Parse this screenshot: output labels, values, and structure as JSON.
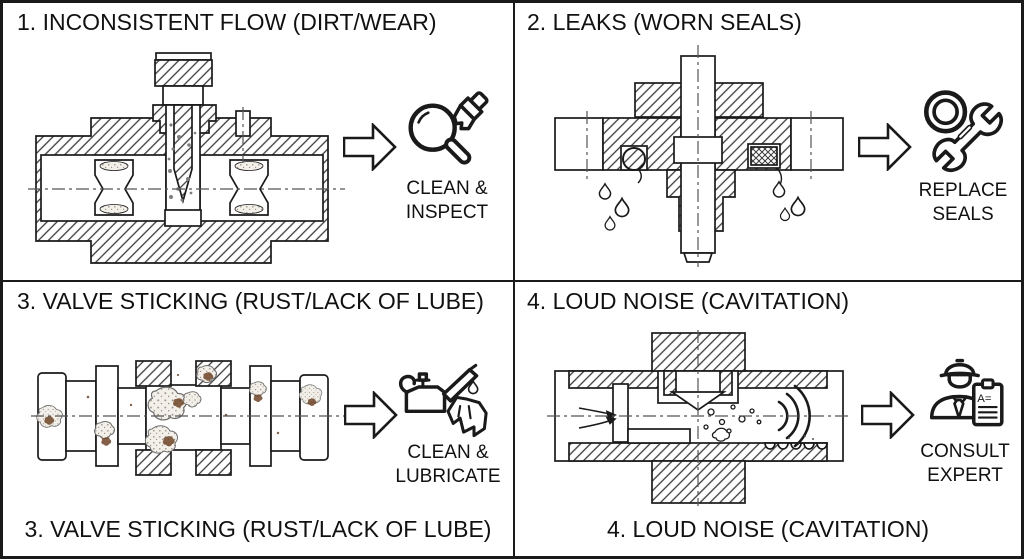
{
  "colors": {
    "background": "#ffffff",
    "line": "#1a1a1a",
    "hatch": "#3a3a3a",
    "rust_brown": "#6e4528",
    "rust_texture": "#f3efe9"
  },
  "quadrants": [
    {
      "title": "1. INCONSISTENT FLOW (DIRT/WEAR)",
      "diagram": "needle-valve-cross-section-with-dirt-debris",
      "icon": "magnifier-and-brush-icon",
      "action_line1": "CLEAN &",
      "action_line2": "INSPECT"
    },
    {
      "title": "2. LEAKS (WORN SEALS)",
      "diagram": "flange-cross-section-with-worn-seals-dripping",
      "icon": "o-ring-and-wrench-icon",
      "action_line1": "REPLACE",
      "action_line2": "SEALS"
    },
    {
      "title": "3. VALVE STICKING (RUST/LACK OF LUBE)",
      "footer": "3. VALVE STICKING (RUST/LACK OF LUBE)",
      "diagram": "valve-spool-with-rust-patches",
      "icon": "oil-can-and-rag-icon",
      "action_line1": "CLEAN &",
      "action_line2": "LUBRICATE"
    },
    {
      "title": "4. LOUD NOISE (CAVITATION)",
      "footer": "4. LOUD NOISE (CAVITATION)",
      "diagram": "valve-cross-section-with-cavitation-bubbles-and-sound-waves",
      "icon": "engineer-with-clipboard-icon",
      "action_line1": "CONSULT",
      "action_line2": "EXPERT"
    }
  ],
  "icons": {
    "clipboard_text": "A="
  }
}
